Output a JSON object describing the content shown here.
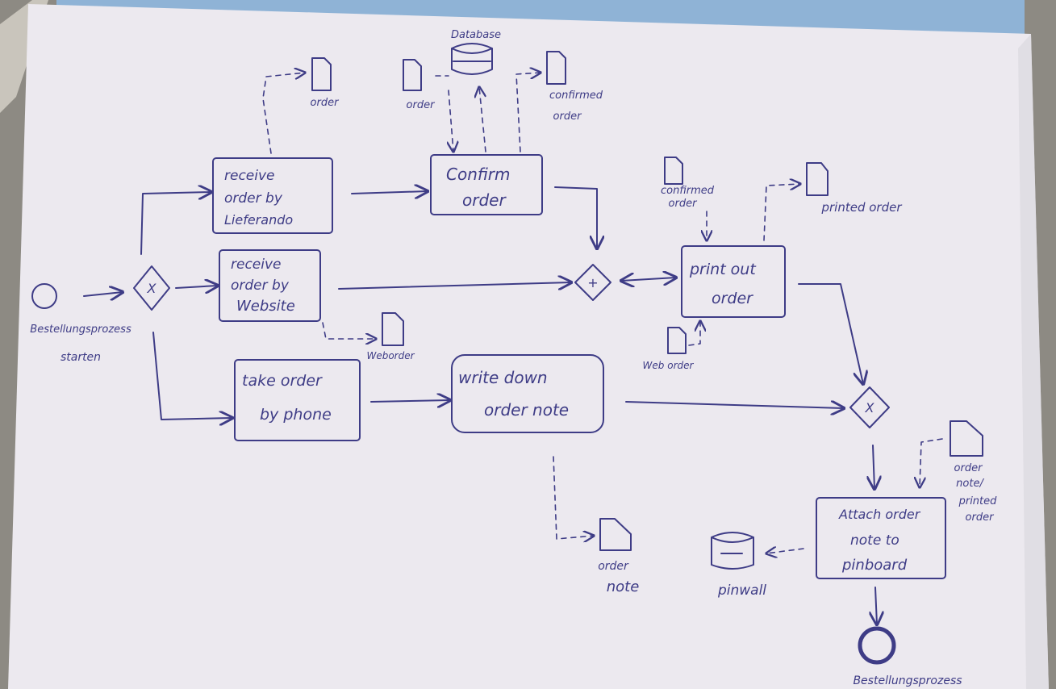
{
  "diagram": {
    "start_event": {
      "label_line1": "Bestellungsprozess",
      "label_line2": "starten"
    },
    "end_event": {
      "label": "Bestellungsprozess"
    },
    "gateways": {
      "split": "X",
      "join_parallel": "+",
      "join_exclusive": "X"
    },
    "tasks": {
      "lieferando": {
        "lines": [
          "receive",
          "order by",
          "Lieferando"
        ]
      },
      "website": {
        "lines": [
          "receive",
          "order by",
          "Website"
        ]
      },
      "phone": {
        "lines": [
          "take order",
          "by phone"
        ]
      },
      "confirm": {
        "lines": [
          "Confirm",
          "order"
        ]
      },
      "write_note": {
        "lines": [
          "write down",
          "order note"
        ]
      },
      "print": {
        "lines": [
          "print out",
          "order"
        ]
      },
      "attach": {
        "lines": [
          "Attach order",
          "note to",
          "pinboard"
        ]
      }
    },
    "data_objects": {
      "order_top": {
        "lines": [
          "order"
        ]
      },
      "order_db": {
        "lines": [
          "order"
        ]
      },
      "confirmed_top": {
        "lines": [
          "confirmed",
          "order"
        ]
      },
      "confirmed_print": {
        "lines": [
          "confirmed",
          "order"
        ]
      },
      "printed_order": {
        "lines": [
          "printed order"
        ]
      },
      "web_order_1": {
        "lines": [
          "Weborder"
        ]
      },
      "web_order_2": {
        "lines": [
          "Web order"
        ]
      },
      "order_note": {
        "lines": [
          "order",
          "note"
        ]
      },
      "note_or_printed": {
        "lines": [
          "order",
          "note/",
          "printed",
          "order"
        ]
      }
    },
    "data_stores": {
      "database": {
        "label": "Database"
      },
      "pinwall": {
        "label": "pinwall"
      }
    }
  }
}
